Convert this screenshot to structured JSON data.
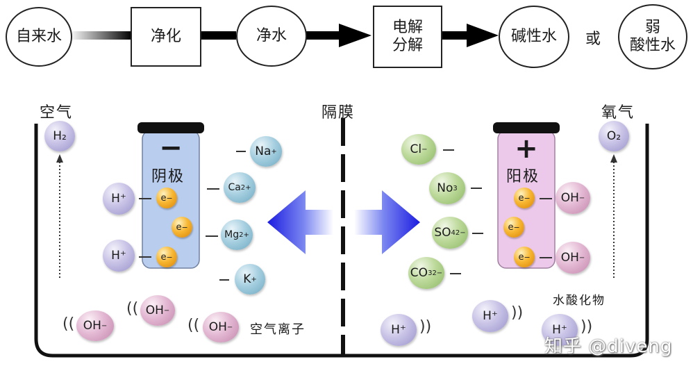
{
  "flow": {
    "tap_water": "自来水",
    "purify": "净化",
    "pure_water": "净水",
    "electrolysis_line1": "电解",
    "electrolysis_line2": "分解",
    "alkaline_water": "碱性水",
    "or": "或",
    "weak_acid_line1": "弱",
    "weak_acid_line2": "酸性水"
  },
  "cell": {
    "air_left": "空气",
    "membrane": "隔膜",
    "oxygen": "氧气",
    "cathode": {
      "sign": "−",
      "label": "阴极"
    },
    "anode": {
      "sign": "+",
      "label": "阳极"
    },
    "air_ions": "空气离子",
    "hydroxide": "水酸化物",
    "watermark": "知乎 @diveng"
  },
  "ions": {
    "h2": "H₂",
    "o2": "O₂",
    "h_plus": "H⁺",
    "na": "Na",
    "ca": "Ca",
    "mg": "Mg",
    "k": "K",
    "cl": "Cl",
    "no3": "No",
    "so4": "SO",
    "co3": "CO",
    "oh": "OH",
    "e": "e"
  },
  "colors": {
    "cathode_fill": "#b9cdee",
    "anode_fill": "#ecc9ea",
    "arrow_blue": "#2323e0"
  }
}
